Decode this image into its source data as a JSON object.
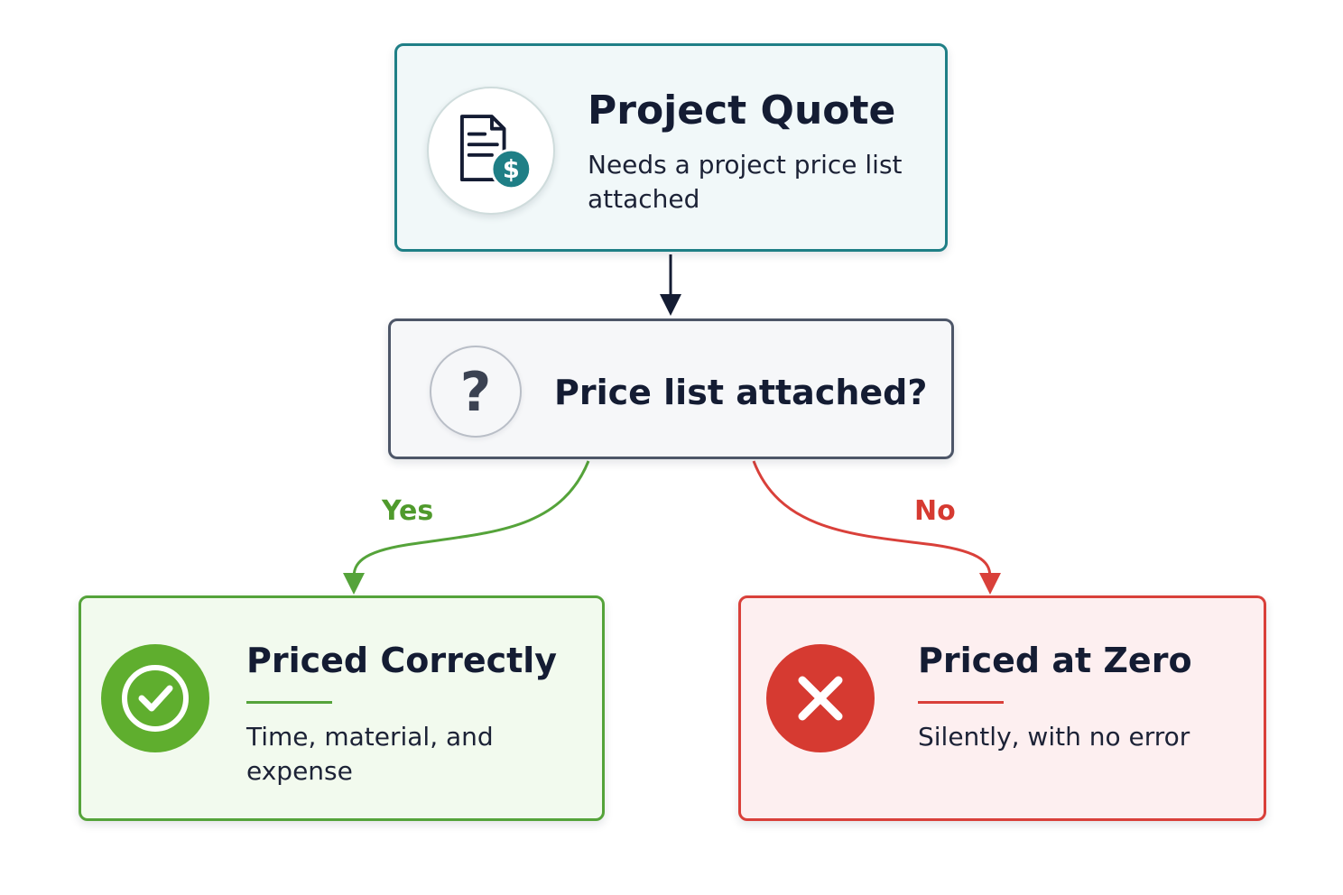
{
  "colors": {
    "start_border": "#1f7f86",
    "decision_border": "#4d5668",
    "yes": "#55a33a",
    "no": "#d9403a",
    "arrow": "#141c33"
  },
  "nodes": {
    "start": {
      "title": "Project Quote",
      "description": "Needs a project price list attached",
      "icon": "document-dollar-icon"
    },
    "decision": {
      "title": "Price list attached?",
      "icon": "question-mark-icon"
    },
    "yes_outcome": {
      "title": "Priced Correctly",
      "description": "Time, material, and expense",
      "icon": "check-circle-icon"
    },
    "no_outcome": {
      "title": "Priced at Zero",
      "description": "Silently, with no error",
      "icon": "x-circle-icon"
    }
  },
  "edges": {
    "yes_label": "Yes",
    "no_label": "No"
  }
}
